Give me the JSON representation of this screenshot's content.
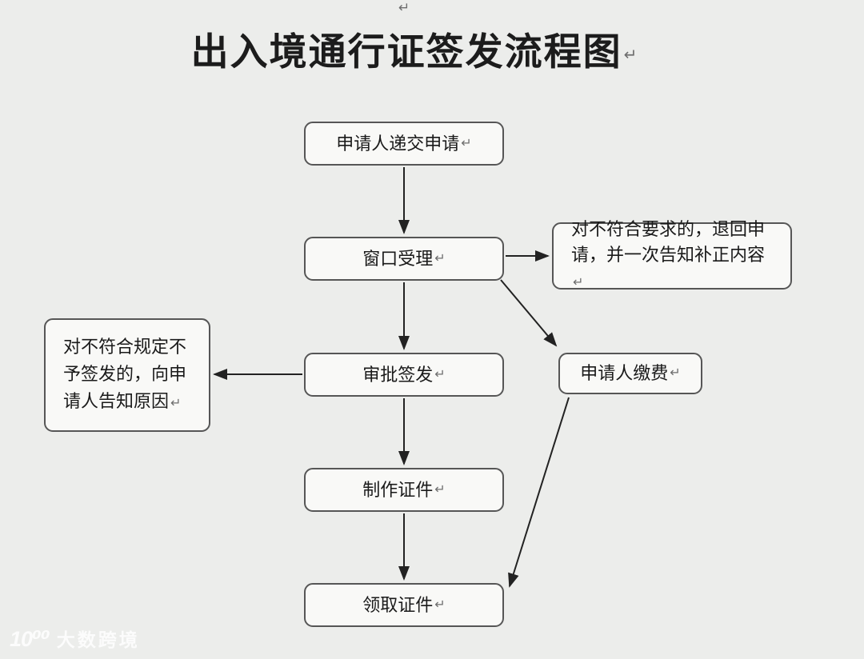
{
  "page": {
    "background_color": "#ecedeb",
    "paragraph_mark": "↵"
  },
  "title": {
    "text": "出入境通行证签发流程图"
  },
  "flowchart": {
    "nodes": {
      "submit": {
        "label": "申请人递交申请"
      },
      "window": {
        "label": "窗口受理"
      },
      "return_application": {
        "label": "对不符合要求的，退回申请，并一次告知补正内容"
      },
      "pay": {
        "label": "申请人缴费"
      },
      "approve": {
        "label": "审批签发"
      },
      "notify_reason": {
        "label": "对不符合规定不予签发的，向申请人告知原因"
      },
      "produce": {
        "label": "制作证件"
      },
      "collect": {
        "label": "领取证件"
      }
    },
    "edges": [
      {
        "from": "submit",
        "to": "window"
      },
      {
        "from": "window",
        "to": "return_application"
      },
      {
        "from": "window",
        "to": "pay"
      },
      {
        "from": "window",
        "to": "approve"
      },
      {
        "from": "approve",
        "to": "notify_reason"
      },
      {
        "from": "approve",
        "to": "produce"
      },
      {
        "from": "produce",
        "to": "collect"
      },
      {
        "from": "pay",
        "to": "collect"
      }
    ],
    "colors": {
      "box_border": "#565656",
      "box_fill": "#f9f9f7",
      "arrow": "#222222",
      "text": "#1a1a1a"
    }
  },
  "watermark": {
    "logo": "10⁰⁰",
    "brand": "大数跨境"
  }
}
